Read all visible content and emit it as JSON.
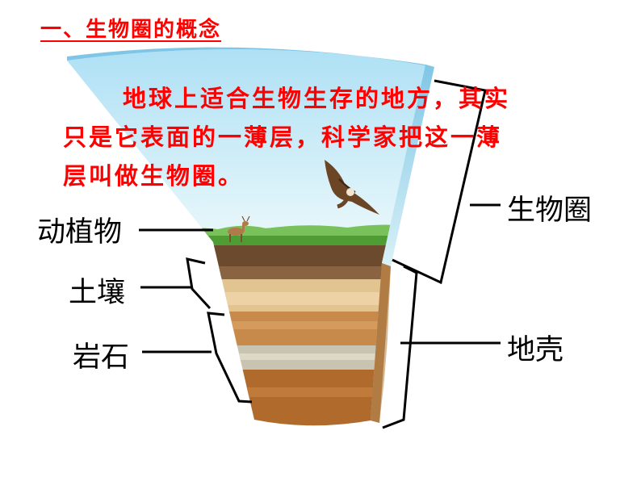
{
  "heading": "一、生物圈的概念",
  "paragraph": {
    "line1": "地球上适合生物生存的地方，其实",
    "line2": "只是它表面的一薄层，科学家把这一薄",
    "line3": "层叫做生物圈。"
  },
  "labels": {
    "plants_animals": "动植物",
    "soil": "土壤",
    "rock": "岩石",
    "biosphere": "生物圈",
    "crust": "地壳"
  },
  "colors": {
    "text_red": "#ff0000",
    "sky_top": "#a9dff5",
    "sky_bottom": "#e6f7fb",
    "grass": "#58a83a",
    "topsoil": "#6b4a2e",
    "sand": "#e2c491",
    "clay": "#c88a4a",
    "rock_band": "#c9c3b1",
    "deep_rock": "#b06a2c"
  }
}
